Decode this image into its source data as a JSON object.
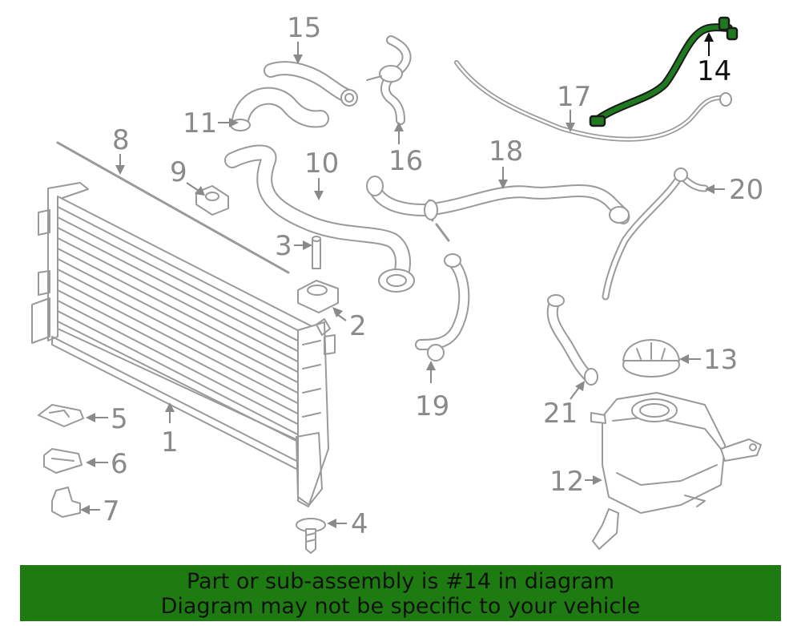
{
  "callouts": {
    "c1": "1",
    "c2": "2",
    "c3": "3",
    "c4": "4",
    "c5": "5",
    "c6": "6",
    "c7": "7",
    "c8": "8",
    "c9": "9",
    "c10": "10",
    "c11": "11",
    "c12": "12",
    "c13": "13",
    "c14": "14",
    "c15": "15",
    "c16": "16",
    "c17": "17",
    "c18": "18",
    "c19": "19",
    "c20": "20",
    "c21": "21"
  },
  "highlight": {
    "part_number": "14",
    "color": "#1e7b11"
  },
  "banner": {
    "line1": "Part or sub-assembly is #14 in diagram",
    "line2": "Diagram may not be specific to your vehicle",
    "background": "#1e7b11"
  }
}
